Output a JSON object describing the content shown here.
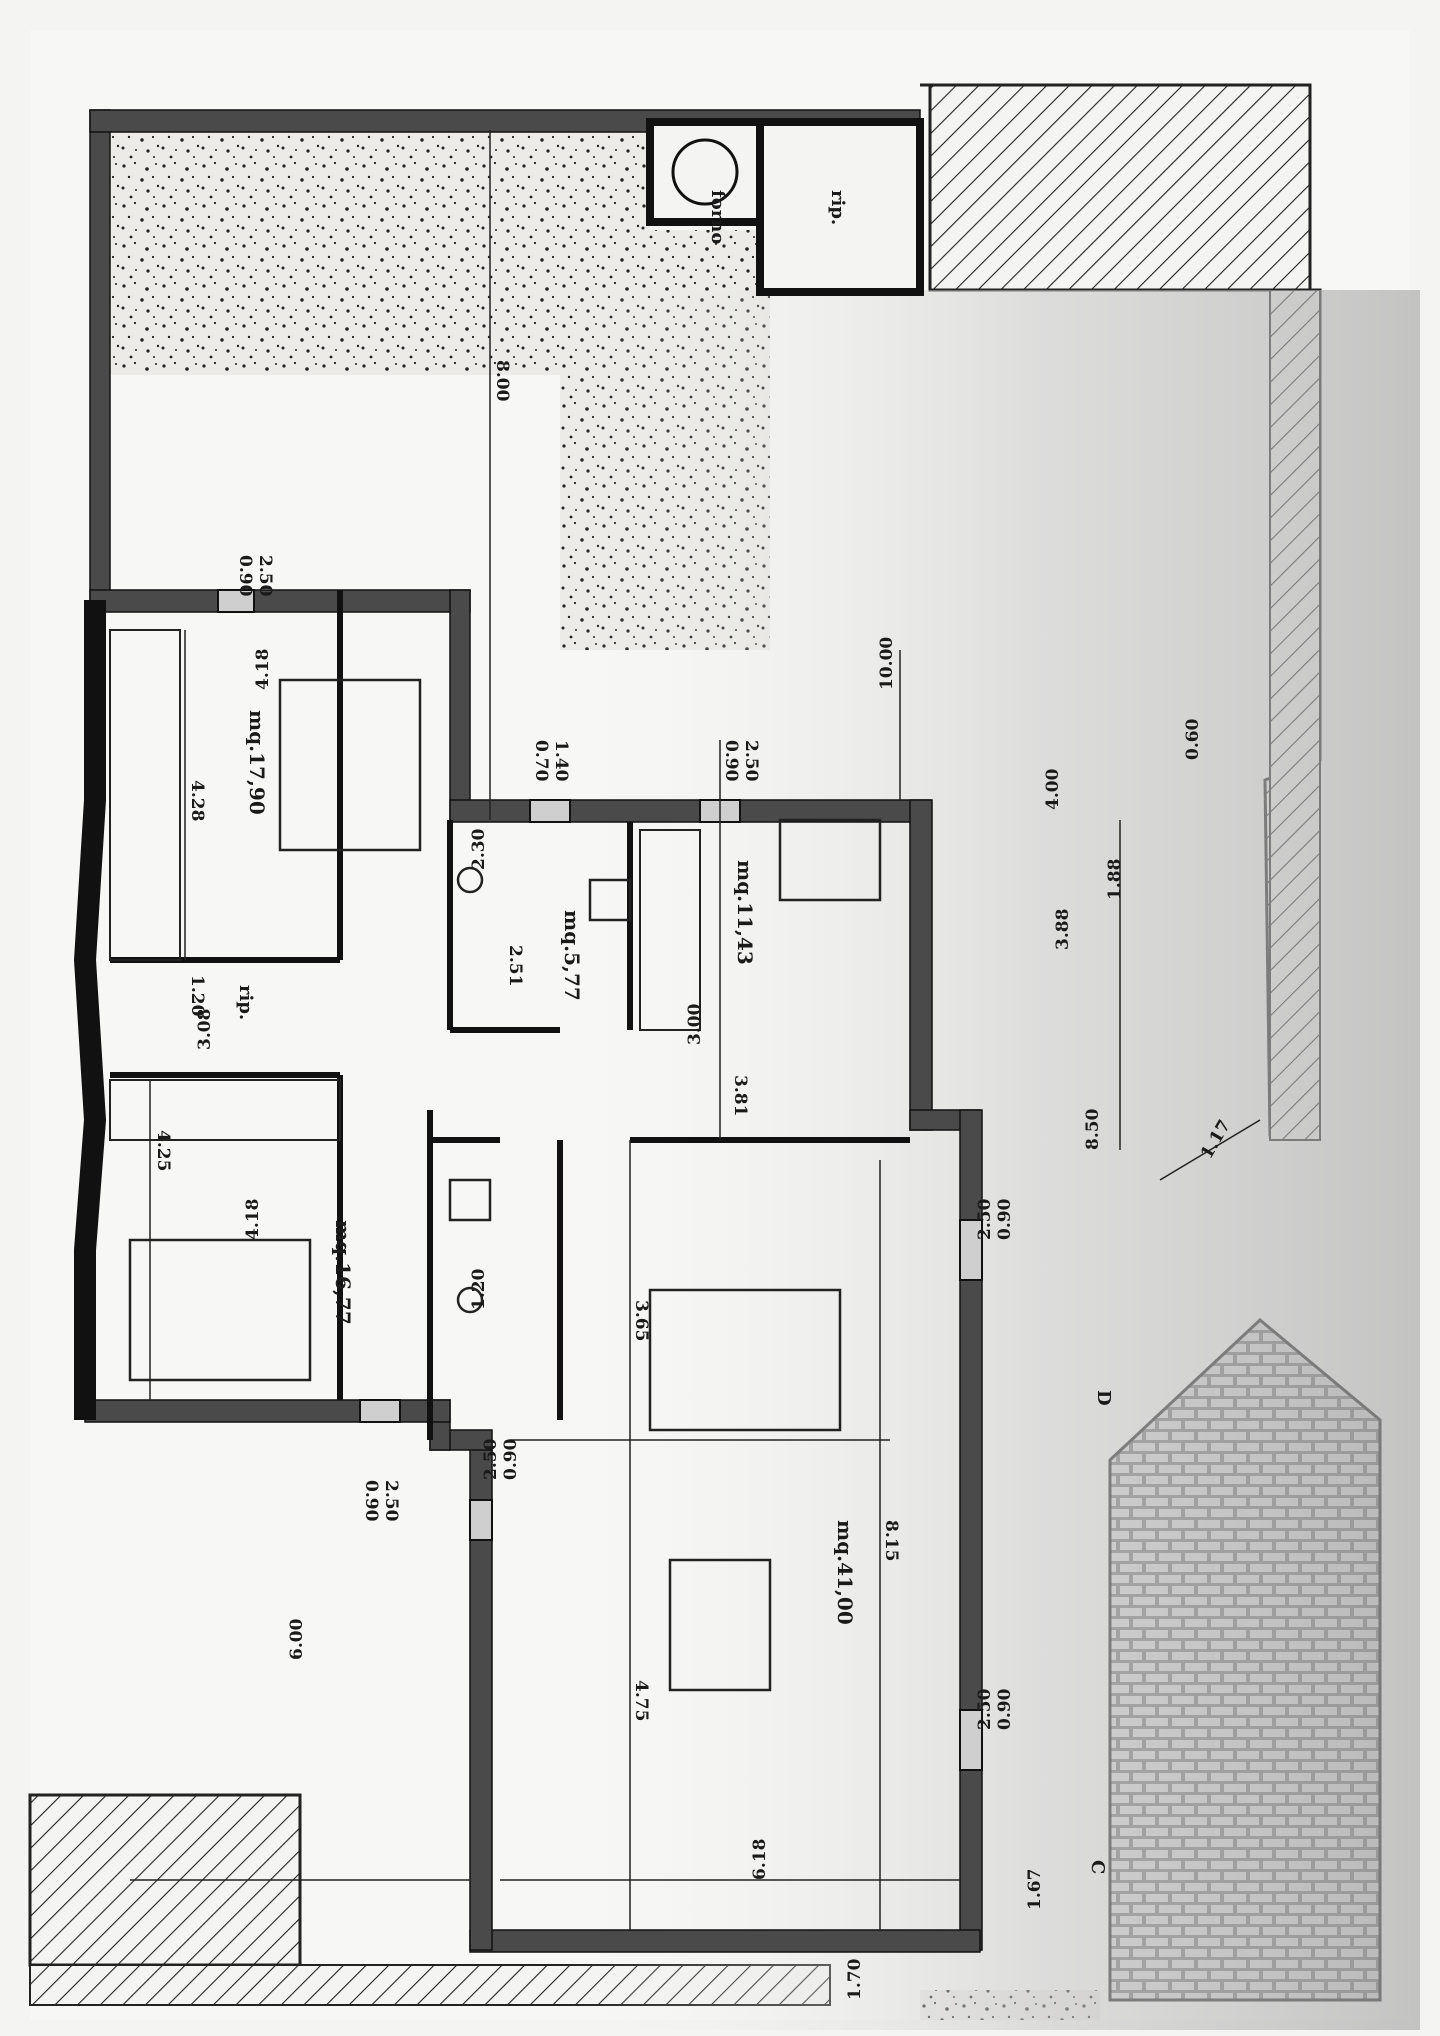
{
  "labels": {
    "forno": "forno",
    "rip_top": "rip.",
    "rip_mid": "rip.",
    "section_d": "D",
    "section_c": "C"
  },
  "areas": {
    "bedroom_top": "mq.17,90",
    "bathroom_top": "mq.5,77",
    "bedroom_small": "mq.11,43",
    "bedroom_bottom": "mq.16,77",
    "living": "mq.41,00"
  },
  "dimensions": {
    "d_8_00": "8.00",
    "d_0_90_a": "0.90",
    "d_2_50_a": "2.50",
    "d_4_18_a": "4.18",
    "d_4_28": "4.28",
    "d_0_70": "0.70",
    "d_1_40": "1.40",
    "d_0_90_b": "0.90",
    "d_2_50_b": "2.50",
    "d_10_00": "10.00",
    "d_0_60": "0.60",
    "d_4_00": "4.00",
    "d_2_30": "2.30",
    "d_2_51": "2.51",
    "d_1_88": "1.88",
    "d_3_88": "3.88",
    "d_1_20_a": "1.20",
    "d_3_08": "3.08",
    "d_3_00": "3.00",
    "d_3_81": "3.81",
    "d_8_50": "8.50",
    "d_1_17": "1.17",
    "d_4_25": "4.25",
    "d_4_18_b": "4.18",
    "d_2_50_c": "2.50",
    "d_0_90_c": "0.90",
    "d_1_20_b": "1.20",
    "d_3_65": "3.65",
    "d_0_90_d": "0.90",
    "d_2_50_d": "2.50",
    "d_2_50_e": "2.50",
    "d_0_90_e": "0.90",
    "d_6_00": "6.00",
    "d_8_15": "8.15",
    "d_4_75": "4.75",
    "d_6_18": "6.18",
    "d_2_50_f": "2.50",
    "d_0_90_f": "0.90",
    "d_1_67": "1.67",
    "d_1_70": "1.70"
  },
  "colors": {
    "wall": "#4a4a4a",
    "ink": "#1a1a1a",
    "gravel": "#ecebe7",
    "paper": "#f4f4f2",
    "shade": "#b4b4b4"
  }
}
